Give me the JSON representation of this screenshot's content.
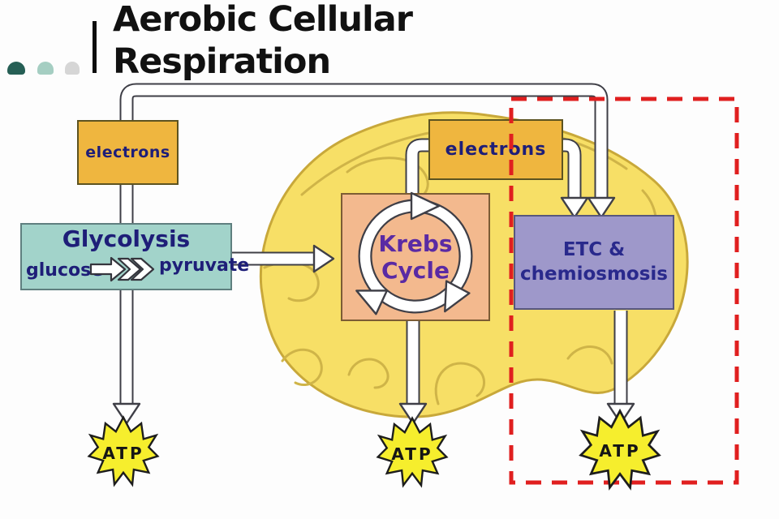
{
  "slide": {
    "title": {
      "line1": "Aerobic Cellular",
      "line2": "Respiration"
    }
  },
  "labels": {
    "electrons_left": "electrons",
    "electrons_right": "electrons",
    "glycolysis": "Glycolysis",
    "glucose": "glucose",
    "pyruvate": "pyruvate",
    "krebs_line1": "Krebs",
    "krebs_line2": "Cycle",
    "etc_line1": "ETC &",
    "etc_line2": "chemiosmosis",
    "atp_left": "ATP",
    "atp_middle": "ATP",
    "atp_right": "ATP"
  },
  "colors": {
    "title_text": "#111111",
    "label_navy": "#1e1e78",
    "krebs_text": "#5a2aa4",
    "etc_text": "#29298c",
    "electrons_box": "#efb63f",
    "glycolysis_box": "#a2d3ca",
    "krebs_box": "#f3b98e",
    "etc_box": "#9e98ca",
    "mito_fill": "#f7df66",
    "mito_stroke": "#c8a83a",
    "crista_stroke": "#cfb448",
    "tube_outline": "#3f3f47",
    "tube_fill": "#ffffff",
    "atp_star_fill": "#f6ee2d",
    "atp_star_stroke": "#1d1d1d",
    "dashed_box": "#e01f1f",
    "dot1": "#265f55",
    "dot2": "#a5cec2",
    "dot3": "#d6d6d6"
  }
}
